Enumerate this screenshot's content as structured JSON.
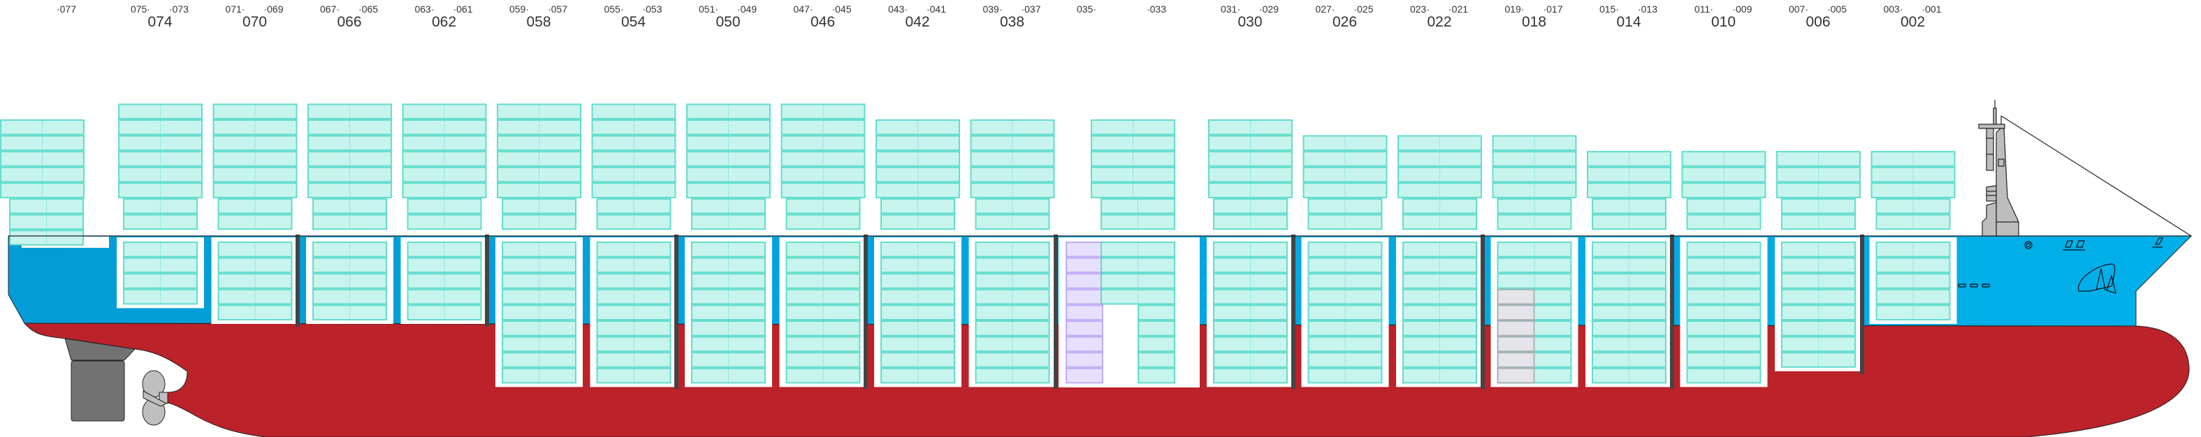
{
  "colors": {
    "container_fill": "#c8f4ee",
    "container_stroke": "#42d6c2",
    "highlight_fill": "#e6e0fc",
    "highlight_stroke": "#b49cf5",
    "inactive_fill": "#e5e4e8",
    "inactive_stroke": "#a8a6ae",
    "hull_upper_aft": "#039cd6",
    "hull_upper_fore": "#00b0ea",
    "hull_lower": "#bb2229",
    "lashing_bridge": "#444444",
    "superstructure": "#bdbdbd",
    "rudder": "#727272"
  },
  "bays": [
    {
      "id": "077",
      "label": "",
      "small_labels": [
        "·077"
      ],
      "deck_upper_tiers": 5,
      "deck_lower_tiers": 3,
      "hold_tiers": 0
    },
    {
      "id": "074",
      "label": "074",
      "small_labels": [
        "075·",
        "·073"
      ],
      "deck_upper_tiers": 6,
      "deck_lower_tiers": 2,
      "hold_tiers": 4
    },
    {
      "id": "070",
      "label": "070",
      "small_labels": [
        "071·",
        "·069"
      ],
      "deck_upper_tiers": 6,
      "deck_lower_tiers": 2,
      "hold_tiers": 5
    },
    {
      "id": "066",
      "label": "066",
      "small_labels": [
        "067·",
        "·065"
      ],
      "deck_upper_tiers": 6,
      "deck_lower_tiers": 2,
      "hold_tiers": 5
    },
    {
      "id": "062",
      "label": "062",
      "small_labels": [
        "063·",
        "·061"
      ],
      "deck_upper_tiers": 6,
      "deck_lower_tiers": 2,
      "hold_tiers": 5
    },
    {
      "id": "058",
      "label": "058",
      "small_labels": [
        "059·",
        "·057"
      ],
      "deck_upper_tiers": 6,
      "deck_lower_tiers": 2,
      "hold_tiers": 9
    },
    {
      "id": "054",
      "label": "054",
      "small_labels": [
        "055·",
        "·053"
      ],
      "deck_upper_tiers": 6,
      "deck_lower_tiers": 2,
      "hold_tiers": 9
    },
    {
      "id": "050",
      "label": "050",
      "small_labels": [
        "051·",
        "·049"
      ],
      "deck_upper_tiers": 6,
      "deck_lower_tiers": 2,
      "hold_tiers": 9
    },
    {
      "id": "046",
      "label": "046",
      "small_labels": [
        "047·",
        "·045"
      ],
      "deck_upper_tiers": 6,
      "deck_lower_tiers": 2,
      "hold_tiers": 9
    },
    {
      "id": "042",
      "label": "042",
      "small_labels": [
        "043·",
        "·041"
      ],
      "deck_upper_tiers": 5,
      "deck_lower_tiers": 2,
      "hold_tiers": 9
    },
    {
      "id": "038",
      "label": "038",
      "small_labels": [
        "039·",
        "·037"
      ],
      "deck_upper_tiers": 5,
      "deck_lower_tiers": 2,
      "hold_tiers": 9
    },
    {
      "id": "034",
      "label": "",
      "small_labels": [
        "035·",
        "·033"
      ],
      "deck_upper_tiers": 5,
      "deck_lower_tiers": 2,
      "hold_tiers": 4,
      "hold_aft_column_tiers": 5,
      "hold_fore_column_tiers": 9,
      "fore_column_highlight": true
    },
    {
      "id": "030",
      "label": "030",
      "small_labels": [
        "031·",
        "·029"
      ],
      "deck_upper_tiers": 5,
      "deck_lower_tiers": 2,
      "hold_tiers": 9
    },
    {
      "id": "026",
      "label": "026",
      "small_labels": [
        "027·",
        "·025"
      ],
      "deck_upper_tiers": 4,
      "deck_lower_tiers": 2,
      "hold_tiers": 9
    },
    {
      "id": "022",
      "label": "022",
      "small_labels": [
        "023·",
        "·021"
      ],
      "deck_upper_tiers": 4,
      "deck_lower_tiers": 2,
      "hold_tiers": 9
    },
    {
      "id": "018",
      "label": "018",
      "small_labels": [
        "019·",
        "·017"
      ],
      "deck_upper_tiers": 4,
      "deck_lower_tiers": 2,
      "hold_tiers": 9,
      "inactive_fore_half_from_tier": 4
    },
    {
      "id": "014",
      "label": "014",
      "small_labels": [
        "015·",
        "·013"
      ],
      "deck_upper_tiers": 3,
      "deck_lower_tiers": 2,
      "hold_tiers": 9
    },
    {
      "id": "010",
      "label": "010",
      "small_labels": [
        "011·",
        "·009"
      ],
      "deck_upper_tiers": 3,
      "deck_lower_tiers": 2,
      "hold_tiers": 9
    },
    {
      "id": "006",
      "label": "006",
      "small_labels": [
        "007·",
        "·005"
      ],
      "deck_upper_tiers": 3,
      "deck_lower_tiers": 2,
      "hold_tiers": 8
    },
    {
      "id": "002",
      "label": "002",
      "small_labels": [
        "003·",
        "·001"
      ],
      "deck_upper_tiers": 3,
      "deck_lower_tiers": 2,
      "hold_tiers": 5
    }
  ]
}
